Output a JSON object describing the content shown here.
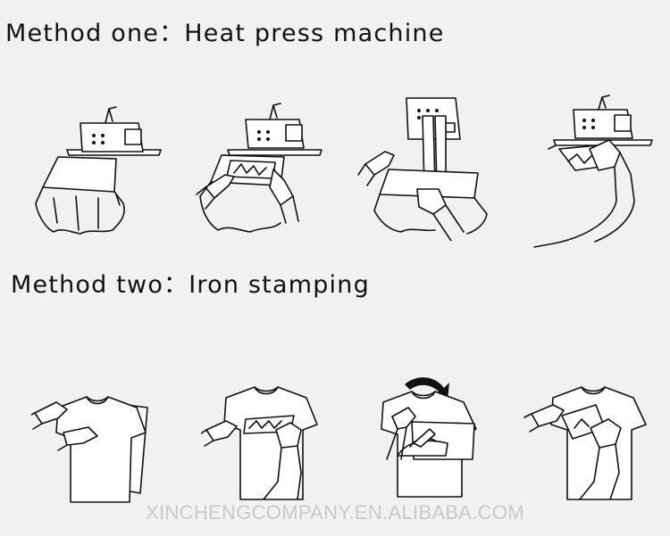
{
  "method_one": {
    "title": "Method one：Heat press machine"
  },
  "method_two": {
    "title": "Method two：Iron stamping"
  },
  "watermark": "XINCHENGCOMPANY.EN.ALIBABA.COM"
}
